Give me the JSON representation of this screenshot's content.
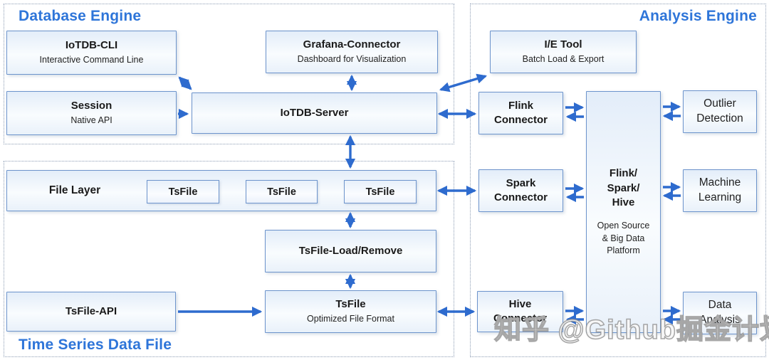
{
  "panels": {
    "database_engine": {
      "title": "Database Engine"
    },
    "time_series_data_file": {
      "title": "Time Series Data File"
    },
    "analysis_engine": {
      "title": "Analysis Engine"
    }
  },
  "boxes": {
    "iotdb_cli": {
      "title": "IoTDB-CLI",
      "subtitle": "Interactive Command Line"
    },
    "grafana_connector": {
      "title": "Grafana-Connector",
      "subtitle": "Dashboard for Visualization"
    },
    "session": {
      "title": "Session",
      "subtitle": "Native API"
    },
    "iotdb_server": {
      "title": "IoTDB-Server"
    },
    "ie_tool": {
      "title": "I/E Tool",
      "subtitle": "Batch Load & Export"
    },
    "file_layer": {
      "title": "File Layer",
      "tsfiles": [
        "TsFile",
        "TsFile",
        "TsFile"
      ]
    },
    "tsfile_load_remove": {
      "title": "TsFile-Load/Remove"
    },
    "tsfile": {
      "title": "TsFile",
      "subtitle": "Optimized File Format"
    },
    "tsfile_api": {
      "title": "TsFile-API"
    },
    "flink_connector": {
      "title": "Flink\nConnector"
    },
    "spark_connector": {
      "title": "Spark\nConnector"
    },
    "hive_connector": {
      "title": "Hive\nConnector"
    },
    "platform": {
      "title": "Flink/\nSpark/\nHive",
      "subtitle": "Open Source\n& Big Data\nPlatform"
    },
    "outlier_detection": {
      "title": "Outlier\nDetection"
    },
    "machine_learning": {
      "title": "Machine\nLearning"
    },
    "data_analysis": {
      "title": "Data\nAnalysis"
    }
  },
  "watermark": {
    "text": "知乎 @Github掘金计划"
  },
  "colors": {
    "accent_blue": "#2e75d9",
    "arrow_blue": "#2e6bce",
    "box_border": "#6d94cc",
    "panel_border": "#8d9db4"
  }
}
